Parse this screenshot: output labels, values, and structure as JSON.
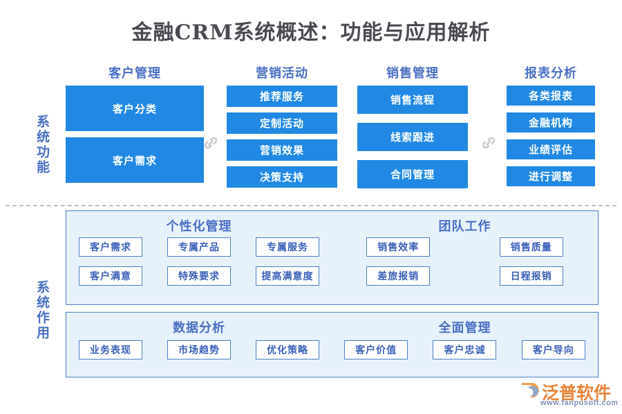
{
  "page": {
    "title": "金融CRM系统概述：功能与应用解析"
  },
  "colors": {
    "title_text": "#4a4a52",
    "heading_blue": "#4a6fc4",
    "box_blue": "#2189e3",
    "panel_fill": "#e7f1fc",
    "panel_border": "#4a7ec4",
    "chip_text": "#3a5fb8",
    "chain_gray": "#c9cbcd",
    "brand_orange": "#e8833a"
  },
  "sections": {
    "functions": {
      "side_label": "系统功能",
      "groups": [
        {
          "header": "客户管理",
          "items": [
            "客户分类",
            "客户需求"
          ]
        },
        {
          "header": "营销活动",
          "items": [
            "推荐服务",
            "定制活动",
            "营销效果",
            "决策支持"
          ]
        },
        {
          "header": "销售管理",
          "items": [
            "销售流程",
            "线索跟进",
            "合同管理"
          ]
        },
        {
          "header": "报表分析",
          "items": [
            "各类报表",
            "金融机构",
            "业绩评估",
            "进行调整"
          ]
        }
      ],
      "connectors": [
        "chain-link-icon",
        "chain-link-icon"
      ]
    },
    "effects": {
      "side_label": "系统作用",
      "panels": [
        {
          "halves": [
            {
              "title": "个性化管理",
              "rows": [
                [
                  "客户需求",
                  "专属产品",
                  "专属服务"
                ],
                [
                  "客户满意",
                  "特殊要求",
                  "提高满意度"
                ]
              ]
            },
            {
              "title": "团队工作",
              "rows": [
                [
                  "销售效率",
                  "销售质量"
                ],
                [
                  "差旅报销",
                  "日程报销"
                ]
              ]
            }
          ]
        },
        {
          "halves": [
            {
              "title": "数据分析",
              "rows": [
                [
                  "业务表现",
                  "市场趋势",
                  "优化策略"
                ]
              ]
            },
            {
              "title": "全面管理",
              "rows": [
                [
                  "客户价值",
                  "客户忠诚",
                  "客户导向"
                ]
              ]
            }
          ]
        }
      ]
    }
  },
  "watermark": {
    "text": "泛普软件"
  },
  "brand": {
    "name": "泛普软件",
    "url": "www.fanpusoft.com"
  }
}
